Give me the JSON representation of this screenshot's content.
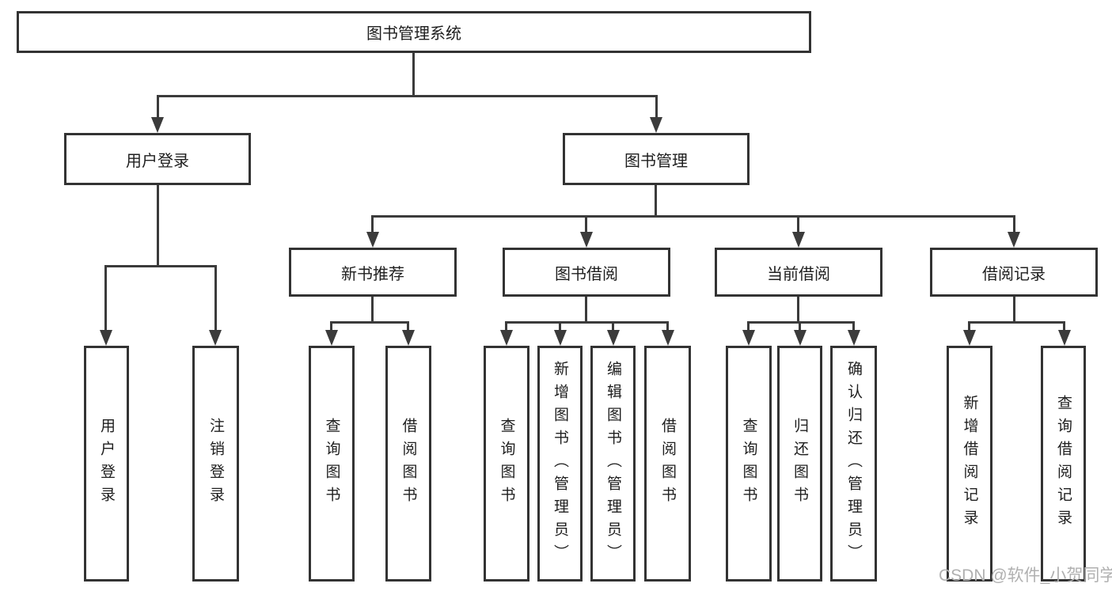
{
  "diagram": {
    "type": "hierarchy-tree",
    "root": {
      "label": "图书管理系统"
    },
    "branches": [
      {
        "label": "用户登录",
        "children": [
          {
            "label": "用户登录"
          },
          {
            "label": "注销登录"
          }
        ]
      },
      {
        "label": "图书管理",
        "children": [
          {
            "label": "新书推荐",
            "children": [
              {
                "label": "查询图书"
              },
              {
                "label": "借阅图书"
              }
            ]
          },
          {
            "label": "图书借阅",
            "children": [
              {
                "label": "查询图书"
              },
              {
                "label": "新增图书（管理员）"
              },
              {
                "label": "编辑图书（管理员）"
              },
              {
                "label": "借阅图书"
              }
            ]
          },
          {
            "label": "当前借阅",
            "children": [
              {
                "label": "查询图书"
              },
              {
                "label": "归还图书"
              },
              {
                "label": "确认归还（管理员）"
              }
            ]
          },
          {
            "label": "借阅记录",
            "children": [
              {
                "label": "新增借阅记录"
              },
              {
                "label": "查询借阅记录"
              }
            ]
          }
        ]
      }
    ]
  },
  "watermark": {
    "text": "CSDN @软件_小贺同学"
  },
  "colors": {
    "background": "#ffffff",
    "box_border": "#333333",
    "connector_line": "#3b3b3b",
    "text": "#1e1e1e",
    "watermark_text": "#b0b0b0"
  }
}
